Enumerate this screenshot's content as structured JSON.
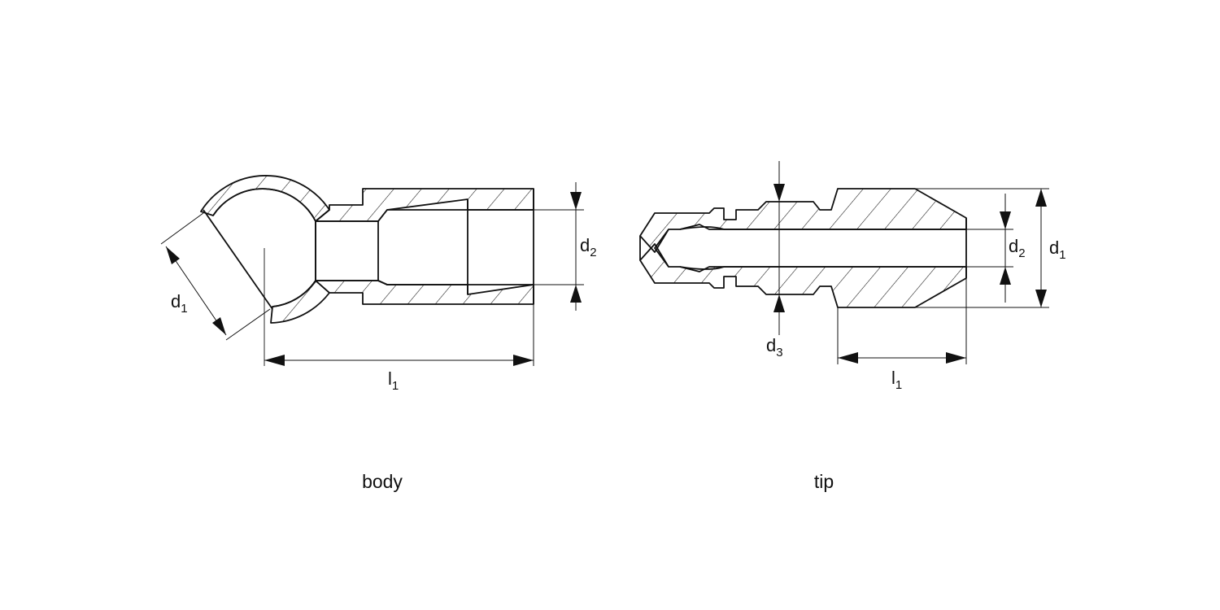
{
  "body": {
    "caption": "body",
    "dimensions": {
      "d1": {
        "letter": "d",
        "sub": "1"
      },
      "d2": {
        "letter": "d",
        "sub": "2"
      },
      "l1": {
        "letter": "l",
        "sub": "1"
      }
    }
  },
  "tip": {
    "caption": "tip",
    "dimensions": {
      "d1": {
        "letter": "d",
        "sub": "1"
      },
      "d2": {
        "letter": "d",
        "sub": "2"
      },
      "d3": {
        "letter": "d",
        "sub": "3"
      },
      "l1": {
        "letter": "l",
        "sub": "1"
      }
    }
  }
}
